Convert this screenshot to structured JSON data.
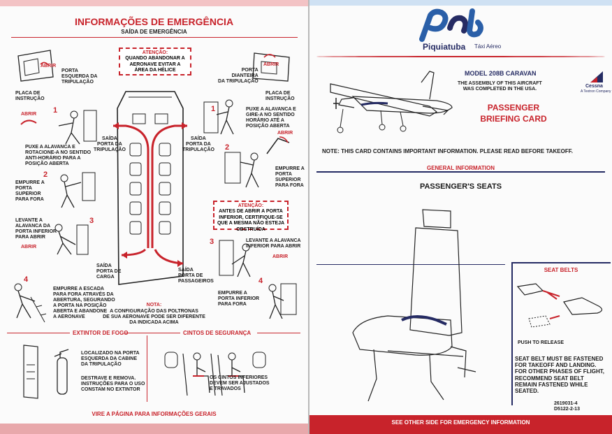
{
  "left": {
    "title": "INFORMAÇÕES DE EMERGÊNCIA",
    "subtitle": "SAÍDA DE EMERGÊNCIA",
    "warning_propeller": {
      "heading": "ATENÇÃO:",
      "text": "QUANDO ABANDONAR A AERONAVE EVITAR A ÁREA DA HÉLICE"
    },
    "warning_door": {
      "heading": "ATENÇÃO:",
      "text": "ANTES DE ABRIR A PORTA INFERIOR, CERTIFIQUE-SE QUE A MESMA NÃO ESTEJA OBSTRUÍDA"
    },
    "labels": {
      "porta_esquerda": "PORTA\nESQUERDA DA\nTRIPULAÇÃO",
      "placa_instrucao_left": "PLACA DE\nINSTRUÇÃO",
      "porta_dianteira": "PORTA\nDIANTEIRA\nDA TRIPULAÇÃO",
      "placa_instrucao_right": "PLACA DE\nINSTRUÇÃO",
      "saida_trip_left": "SAÍDA\nPORTA DA\nTRIPULAÇÃO",
      "saida_trip_right": "SAÍDA\nPORTA DA\nTRIPULAÇÃO",
      "saida_carga": "SAÍDA\nPORTA DE\nCARGA",
      "saida_passageiros": "SAÍDA\nPORTA DE\nPASSAGEIROS"
    },
    "steps_left": [
      {
        "num": "1",
        "text": "PUXE A ALAVANCA E\nROTACIONE-A NO SENTIDO\nANTI-HORÁRIO PARA A\nPOSIÇÃO ABERTA"
      },
      {
        "num": "2",
        "text": "EMPURRE A\nPORTA\nSUPERIOR\nPARA FORA"
      },
      {
        "num": "3",
        "text": "LEVANTE A\nALAVANCA DA\nPORTA INFERIOR\nPARA ABRIR"
      },
      {
        "num": "4",
        "text": "EMPURRE A ESCADA\nPARA FORA ATRAVÉS DA\nABERTURA, SEGURANDO\nA PORTA NA POSIÇÃO\nABERTA E ABANDONE\nA AERONAVE"
      }
    ],
    "steps_right": [
      {
        "num": "1",
        "text": "PUXE A ALAVANCA E\nGIRE-A NO SENTIDO\nHORÁRIO ATÉ A\nPOSIÇÃO ABERTA"
      },
      {
        "num": "2",
        "text": "EMPURRE A\nPORTA\nSUPERIOR\nPARA FORA"
      },
      {
        "num": "3",
        "text": "LEVANTE A ALAVANCA\nINFERIOR PARA ABRIR"
      },
      {
        "num": "4",
        "text": "EMPURRE A\nPORTA INFERIOR\nPARA FORA"
      }
    ],
    "abrir": "ABRIR",
    "note": {
      "heading": "NOTA:",
      "text": "A CONFIGURAÇÃO DAS POLTRONAS\nDE SUA AERONAVE PODE SER DIFERENTE\nDA INDICADA ACIMA"
    },
    "fire_ext": {
      "heading": "EXTINTOR DE FOGO",
      "location": "LOCALIZADO NA PORTA\nESQUERDA DA CABINE\nDA TRIPULAÇÃO",
      "instructions": "DESTRAVE E REMOVA.\nINSTRUÇÕES PARA O USO\nCONSTAM NO EXTINTOR"
    },
    "belts": {
      "heading": "CINTOS DE SEGURANÇA",
      "text": "OS CINTOS INFERIORES\nDEVEM SER AJUSTADOS\nE TRAVADOS"
    },
    "footer": "VIRE A PÁGINA PARA INFORMAÇÕES GERAIS"
  },
  "right": {
    "logo_text": "Piquiatuba",
    "logo_sub": "Táxi Aéreo",
    "model": "MODEL 208B CARAVAN",
    "assembly": "THE ASSEMBLY OF THIS AIRCRAFT\nWAS COMPLETED IN THE USA.",
    "cessna": "Cessna",
    "cessna_sub": "A Textron Company",
    "briefing": "PASSENGER\nBRIEFING CARD",
    "note": "NOTE: THIS CARD CONTAINS IMPORTANT INFORMATION. PLEASE READ BEFORE TAKEOFF.",
    "general": "GENERAL INFORMATION",
    "seats": "PASSENGER'S SEATS",
    "seat_belts": {
      "heading": "SEAT BELTS",
      "push": "PUSH TO RELEASE",
      "text": "SEAT BELT MUST BE FASTENED\nFOR TAKEOFF AND LANDING.\nFOR OTHER PHASES OF FLIGHT,\nRECOMMEND SEAT BELT\nREMAIN FASTENED WHILE\nSEATED."
    },
    "doc_codes": "2619031-4\nD5122-2-13",
    "footer": "SEE OTHER SIDE FOR EMERGENCY INFORMATION"
  },
  "colors": {
    "accent_red": "#c8232b",
    "navy": "#252b63",
    "logo_blue": "#2a5fa8"
  }
}
